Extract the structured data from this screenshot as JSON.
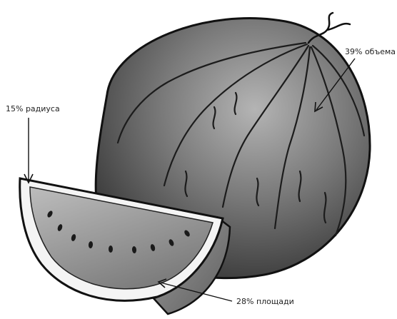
{
  "labels": {
    "radius": "15% радиуса",
    "volume": "39% объема",
    "area": "28% площади"
  },
  "colors": {
    "outline": "#111111",
    "rind_dark": "#3a3a3a",
    "rind_light": "#8a8a8a",
    "flesh": "#9a9a9a",
    "white_rind": "#f4f4f4",
    "seed": "#1a1a1a"
  }
}
